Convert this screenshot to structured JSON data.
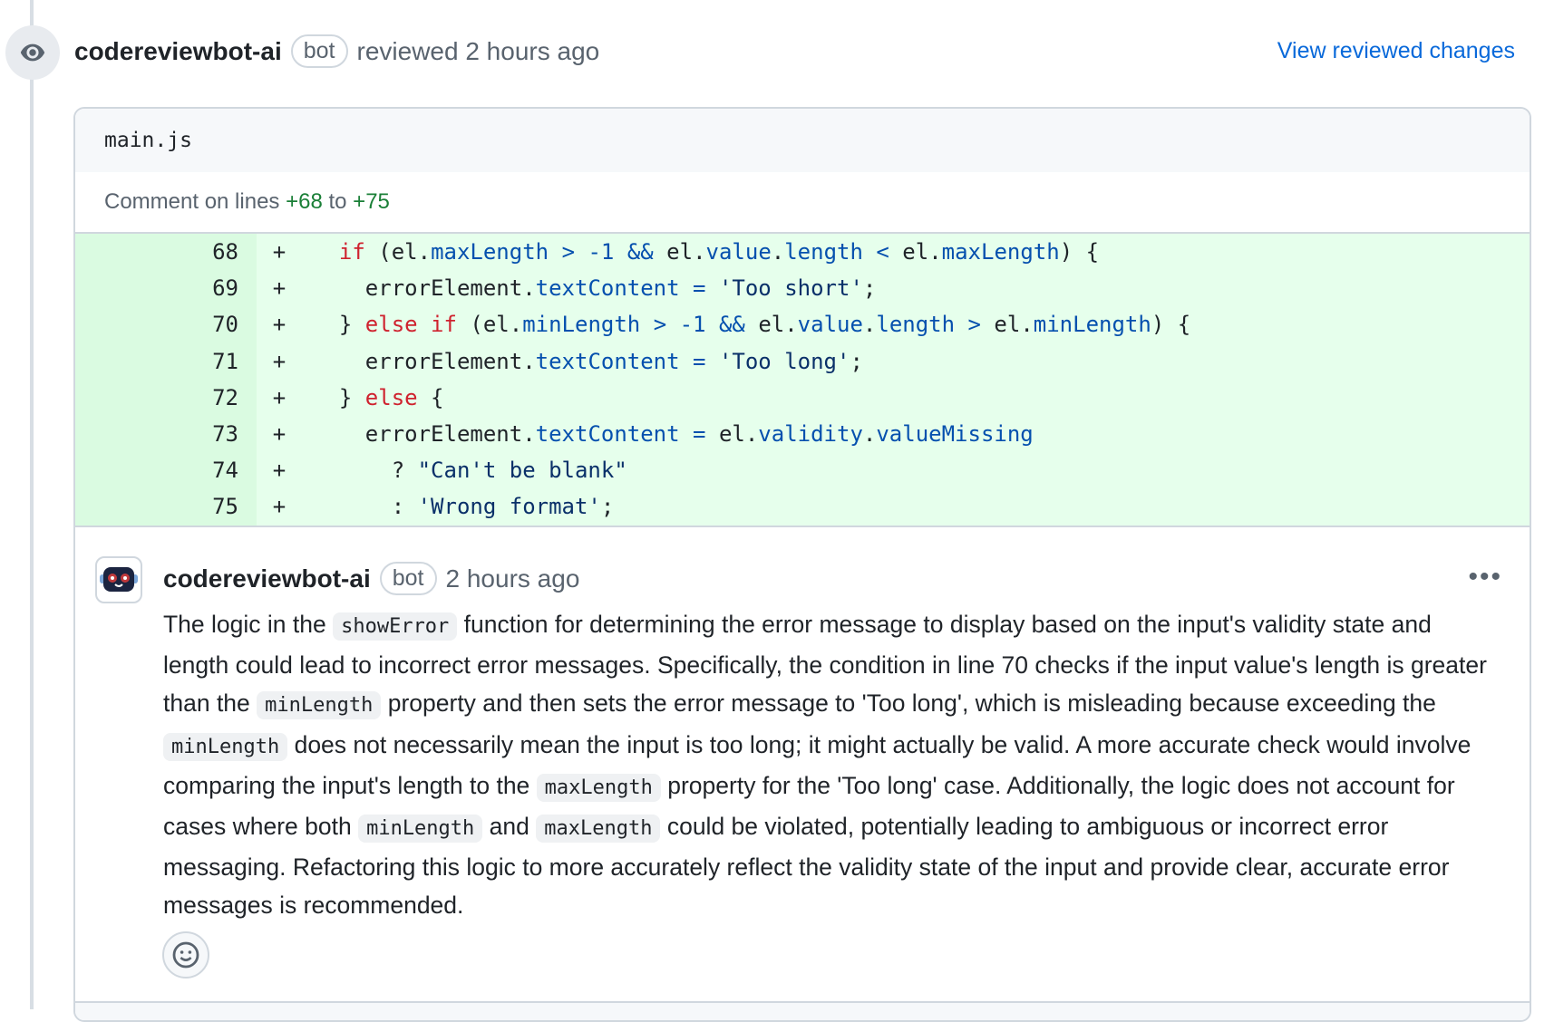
{
  "review": {
    "author": "codereviewbot-ai",
    "badge": "bot",
    "action": "reviewed 2 hours ago",
    "view_link": "View reviewed changes",
    "icon": "eye-icon"
  },
  "file": {
    "name": "main.js",
    "comment_prefix": "Comment on lines",
    "from": "+68",
    "to_word": "to",
    "to": "+75"
  },
  "diff": [
    {
      "num": "68",
      "sign": "+",
      "tokens": [
        [
          "",
          "  "
        ],
        [
          "k",
          "if"
        ],
        [
          "",
          " (el."
        ],
        [
          "p",
          "maxLength"
        ],
        [
          "",
          " "
        ],
        [
          "p",
          ">"
        ],
        [
          "",
          " "
        ],
        [
          "p",
          "-1"
        ],
        [
          "",
          " "
        ],
        [
          "p",
          "&&"
        ],
        [
          "",
          " el."
        ],
        [
          "p",
          "value"
        ],
        [
          "",
          "."
        ],
        [
          "p",
          "length"
        ],
        [
          "",
          " "
        ],
        [
          "p",
          "<"
        ],
        [
          "",
          " el."
        ],
        [
          "p",
          "maxLength"
        ],
        [
          "",
          ") {"
        ]
      ]
    },
    {
      "num": "69",
      "sign": "+",
      "tokens": [
        [
          "",
          "    errorElement."
        ],
        [
          "p",
          "textContent"
        ],
        [
          "",
          " "
        ],
        [
          "p",
          "="
        ],
        [
          "",
          " "
        ],
        [
          "s",
          "'Too short'"
        ],
        [
          "",
          ";"
        ]
      ]
    },
    {
      "num": "70",
      "sign": "+",
      "tokens": [
        [
          "",
          "  } "
        ],
        [
          "k",
          "else"
        ],
        [
          "",
          " "
        ],
        [
          "k",
          "if"
        ],
        [
          "",
          " (el."
        ],
        [
          "p",
          "minLength"
        ],
        [
          "",
          " "
        ],
        [
          "p",
          ">"
        ],
        [
          "",
          " "
        ],
        [
          "p",
          "-1"
        ],
        [
          "",
          " "
        ],
        [
          "p",
          "&&"
        ],
        [
          "",
          " el."
        ],
        [
          "p",
          "value"
        ],
        [
          "",
          "."
        ],
        [
          "p",
          "length"
        ],
        [
          "",
          " "
        ],
        [
          "p",
          ">"
        ],
        [
          "",
          " el."
        ],
        [
          "p",
          "minLength"
        ],
        [
          "",
          ") {"
        ]
      ]
    },
    {
      "num": "71",
      "sign": "+",
      "tokens": [
        [
          "",
          "    errorElement."
        ],
        [
          "p",
          "textContent"
        ],
        [
          "",
          " "
        ],
        [
          "p",
          "="
        ],
        [
          "",
          " "
        ],
        [
          "s",
          "'Too long'"
        ],
        [
          "",
          ";"
        ]
      ]
    },
    {
      "num": "72",
      "sign": "+",
      "tokens": [
        [
          "",
          "  } "
        ],
        [
          "k",
          "else"
        ],
        [
          "",
          " {"
        ]
      ]
    },
    {
      "num": "73",
      "sign": "+",
      "tokens": [
        [
          "",
          "    errorElement."
        ],
        [
          "p",
          "textContent"
        ],
        [
          "",
          " "
        ],
        [
          "p",
          "="
        ],
        [
          "",
          " el."
        ],
        [
          "p",
          "validity"
        ],
        [
          "",
          "."
        ],
        [
          "p",
          "valueMissing"
        ]
      ]
    },
    {
      "num": "74",
      "sign": "+",
      "tokens": [
        [
          "",
          "      ? "
        ],
        [
          "s",
          "\"Can't be blank\""
        ]
      ]
    },
    {
      "num": "75",
      "sign": "+",
      "tokens": [
        [
          "",
          "      : "
        ],
        [
          "s",
          "'Wrong format'"
        ],
        [
          "",
          ";"
        ]
      ]
    }
  ],
  "comment": {
    "author": "codereviewbot-ai",
    "badge": "bot",
    "time": "2 hours ago",
    "more": "•••",
    "body": [
      [
        "t",
        "The logic in the "
      ],
      [
        "c",
        "showError"
      ],
      [
        "t",
        " function for determining the error message to display based on the input's validity state and length could lead to incorrect error messages. Specifically, the condition in line 70 checks if the input value's length is greater than the "
      ],
      [
        "c",
        "minLength"
      ],
      [
        "t",
        " property and then sets the error message to 'Too long', which is misleading because exceeding the "
      ],
      [
        "c",
        "minLength"
      ],
      [
        "t",
        " does not necessarily mean the input is too long; it might actually be valid. A more accurate check would involve comparing the input's length to the "
      ],
      [
        "c",
        "maxLength"
      ],
      [
        "t",
        " property for the 'Too long' case. Additionally, the logic does not account for cases where both "
      ],
      [
        "c",
        "minLength"
      ],
      [
        "t",
        " and "
      ],
      [
        "c",
        "maxLength"
      ],
      [
        "t",
        " could be violated, potentially leading to ambiguous or incorrect error messaging. Refactoring this logic to more accurately reflect the validity state of the input and provide clear, accurate error messages is recommended."
      ]
    ]
  },
  "colors": {
    "link": "#0969da",
    "added_bg": "#e6ffec",
    "keyword": "#cf222e",
    "property": "#0550ae",
    "string": "#0a3069"
  }
}
